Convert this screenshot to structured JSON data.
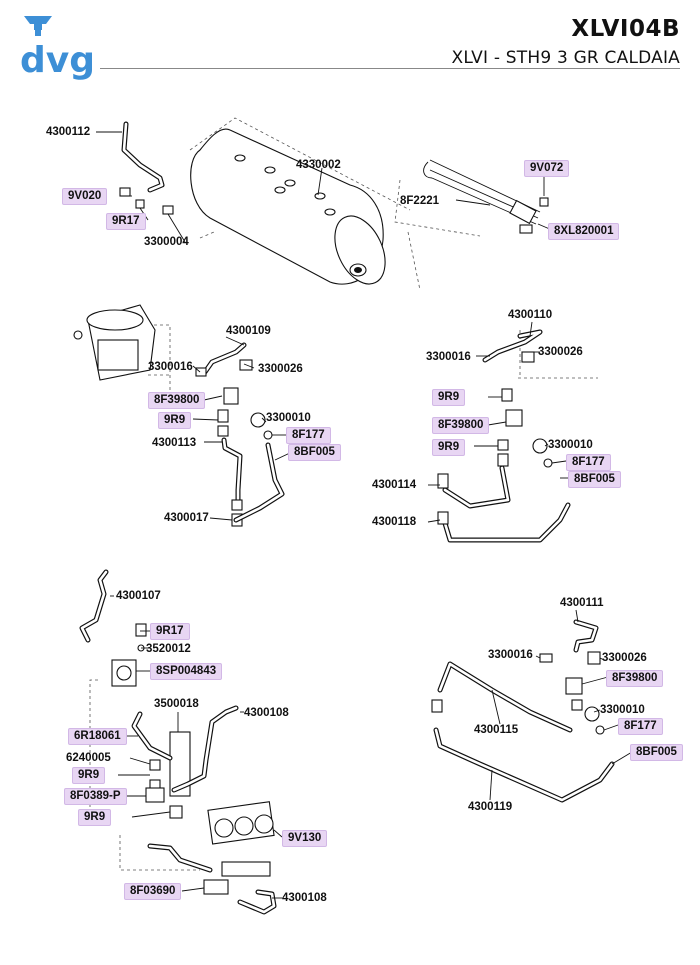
{
  "header": {
    "code": "XLVI04B",
    "subtitle": "XLVI - STH9 3 GR CALDAIA",
    "logo_text": "dvg",
    "logo_color": "#3d8fd6"
  },
  "labels": {
    "l4300112": "4300112",
    "l9V020": "9V020",
    "l9R17a": "9R17",
    "l3300004": "3300004",
    "l4330002": "4330002",
    "l9V072": "9V072",
    "l8F2221": "8F2221",
    "l8XL820001": "8XL820001",
    "l4300109": "4300109",
    "l3300016a": "3300016",
    "l3300026a": "3300026",
    "l8F39800a": "8F39800",
    "l9R9a": "9R9",
    "l3300010a": "3300010",
    "l8F177a": "8F177",
    "l4300113": "4300113",
    "l8BF005a": "8BF005",
    "l4300017": "4300017",
    "l4300110": "4300110",
    "l3300016b": "3300016",
    "l3300026b": "3300026",
    "l9R9b": "9R9",
    "l8F39800b": "8F39800",
    "l9R9c": "9R9",
    "l3300010b": "3300010",
    "l8F177b": "8F177",
    "l4300114": "4300114",
    "l8BF005b": "8BF005",
    "l4300118": "4300118",
    "l4300107": "4300107",
    "l9R17b": "9R17",
    "l3520012": "3520012",
    "l8SP004843": "8SP004843",
    "l3500018": "3500018",
    "l4300108a": "4300108",
    "l6R18061": "6R18061",
    "l6240005": "6240005",
    "l9R9d": "9R9",
    "l8F0389P": "8F0389-P",
    "l9R9e": "9R9",
    "l9V130": "9V130",
    "l8F03690": "8F03690",
    "l4300108b": "4300108",
    "l4300111": "4300111",
    "l3300016c": "3300016",
    "l3300026c": "3300026",
    "l8F39800c": "8F39800",
    "l3300010c": "3300010",
    "l8F177c": "8F177",
    "l4300115": "4300115",
    "l8BF005c": "8BF005",
    "l4300119": "4300119"
  }
}
